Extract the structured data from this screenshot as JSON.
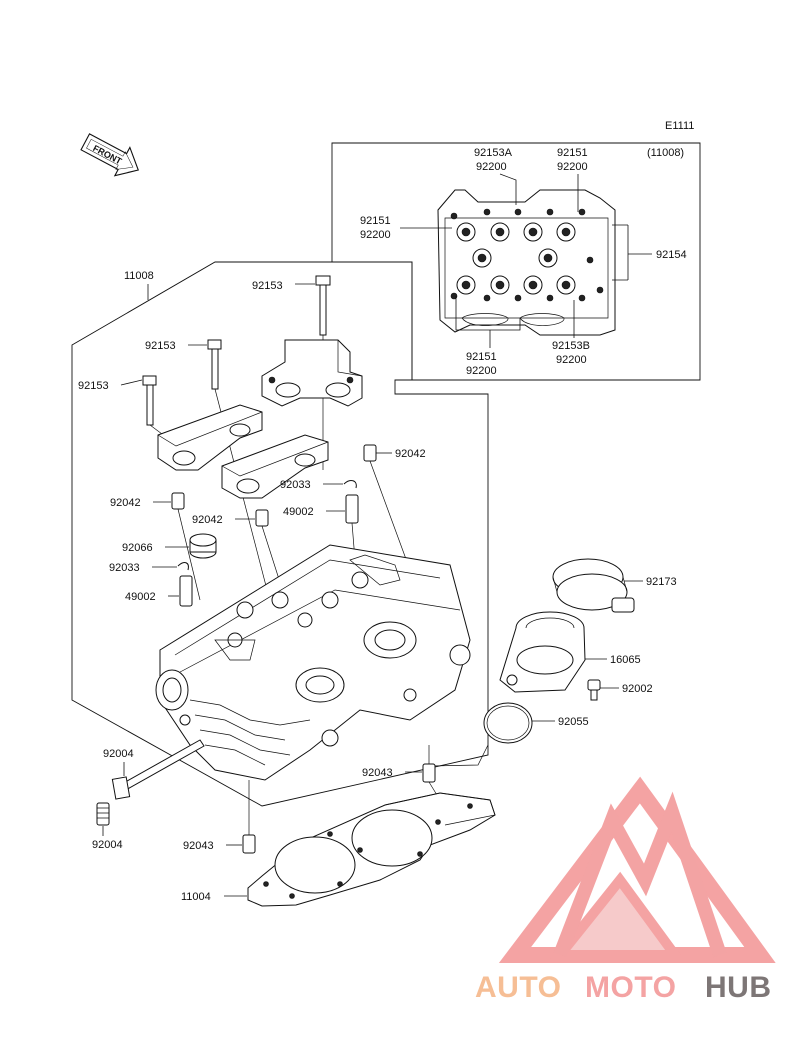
{
  "diagram": {
    "code": "E1111",
    "front_label": "FRONT",
    "callouts": {
      "inset_ref": "(11008)",
      "inset_92153A": "92153A",
      "inset_92200_a": "92200",
      "inset_92151_top": "92151",
      "inset_92200_b": "92200",
      "inset_92151_left": "92151",
      "inset_92200_c": "92200",
      "inset_92154": "92154",
      "inset_92151_bottom": "92151",
      "inset_92200_d": "92200",
      "inset_92153B": "92153B",
      "inset_92200_e": "92200",
      "p11008": "11008",
      "p92153_top": "92153",
      "p92153_mid": "92153",
      "p92153_left": "92153",
      "p92042_right": "92042",
      "p92033_right": "92033",
      "p49002_right": "49002",
      "p92042_left": "92042",
      "p92042_mid": "92042",
      "p92066": "92066",
      "p92033_left": "92033",
      "p49002_left": "49002",
      "p92173": "92173",
      "p16065": "16065",
      "p92002": "92002",
      "p92055": "92055",
      "p92004_top": "92004",
      "p92004_bottom": "92004",
      "p92043_right": "92043",
      "p92043_left": "92043",
      "p11004": "11004"
    }
  },
  "watermark": {
    "part1": "AUTO",
    "part2": "MOTO",
    "part3": "HUB",
    "color_light": "#f6b88a",
    "color_mid": "#f39a9a",
    "color_dark": "#7a6f6f"
  }
}
